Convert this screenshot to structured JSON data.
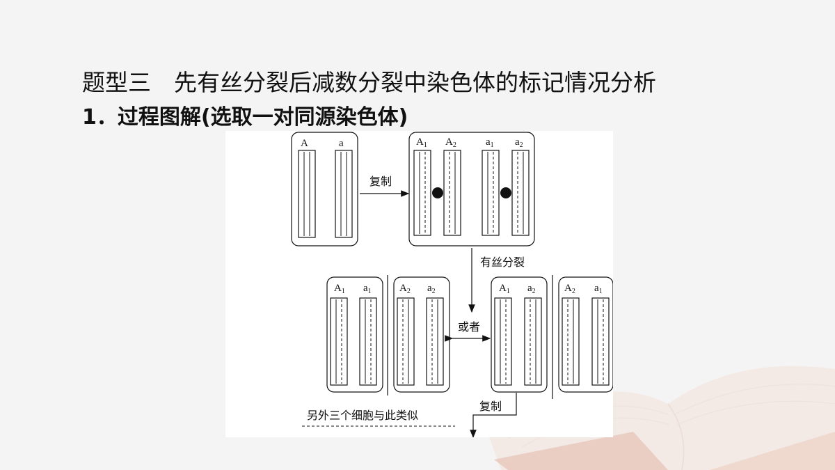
{
  "header": {
    "title": "题型三　先有丝分裂后减数分裂中染色体的标记情况分析",
    "subtitle": "1．过程图解(选取一对同源染色体)"
  },
  "diagram": {
    "labels": {
      "replicate_1": "复制",
      "mitosis": "有丝分裂",
      "or": "或者",
      "replicate_2": "复制",
      "other_cells": "另外三个细胞与此类似"
    },
    "cell_1": {
      "chr_a_big": "A",
      "chr_a_small": "a"
    },
    "cell_2": {
      "c1": "A",
      "c1s": "1",
      "c2": "A",
      "c2s": "2",
      "c3": "a",
      "c3s": "1",
      "c4": "a",
      "c4s": "2"
    },
    "daughter_left_1": {
      "l": "A",
      "ls": "1",
      "r": "a",
      "rs": "1"
    },
    "daughter_left_2": {
      "l": "A",
      "ls": "2",
      "r": "a",
      "rs": "2"
    },
    "daughter_right_1": {
      "l": "A",
      "ls": "1",
      "r": "a",
      "rs": "2"
    },
    "daughter_right_2": {
      "l": "A",
      "ls": "2",
      "r": "a",
      "rs": "1"
    }
  },
  "colors": {
    "background": "#f4f4f4",
    "diagram_bg": "#ffffff",
    "ink": "#111111"
  },
  "icons": [
    "open-book-background"
  ]
}
